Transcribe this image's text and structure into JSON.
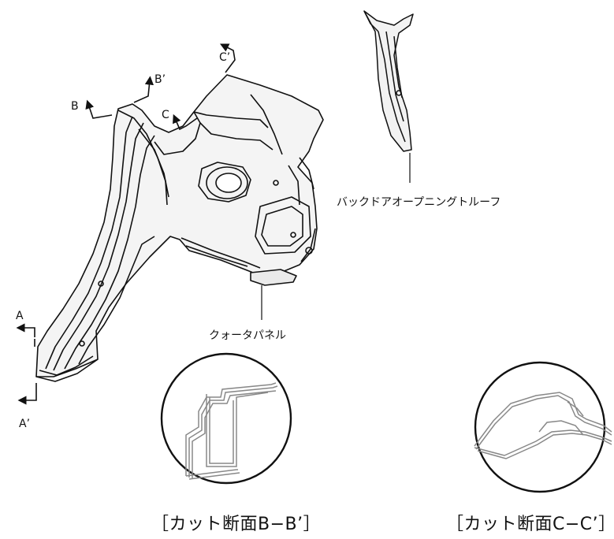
{
  "markers": {
    "a": "A",
    "a_prime": "A’",
    "b": "B",
    "b_prime": "B’",
    "c": "C",
    "c_prime": "C’"
  },
  "callouts": {
    "back_door_roof": "バックドアオープニングトルーフ",
    "quarter_panel": "クォータパネル"
  },
  "sections": [
    {
      "caption": "［カット断面B−B’］"
    },
    {
      "caption": "［カット断面C−C’］"
    }
  ]
}
